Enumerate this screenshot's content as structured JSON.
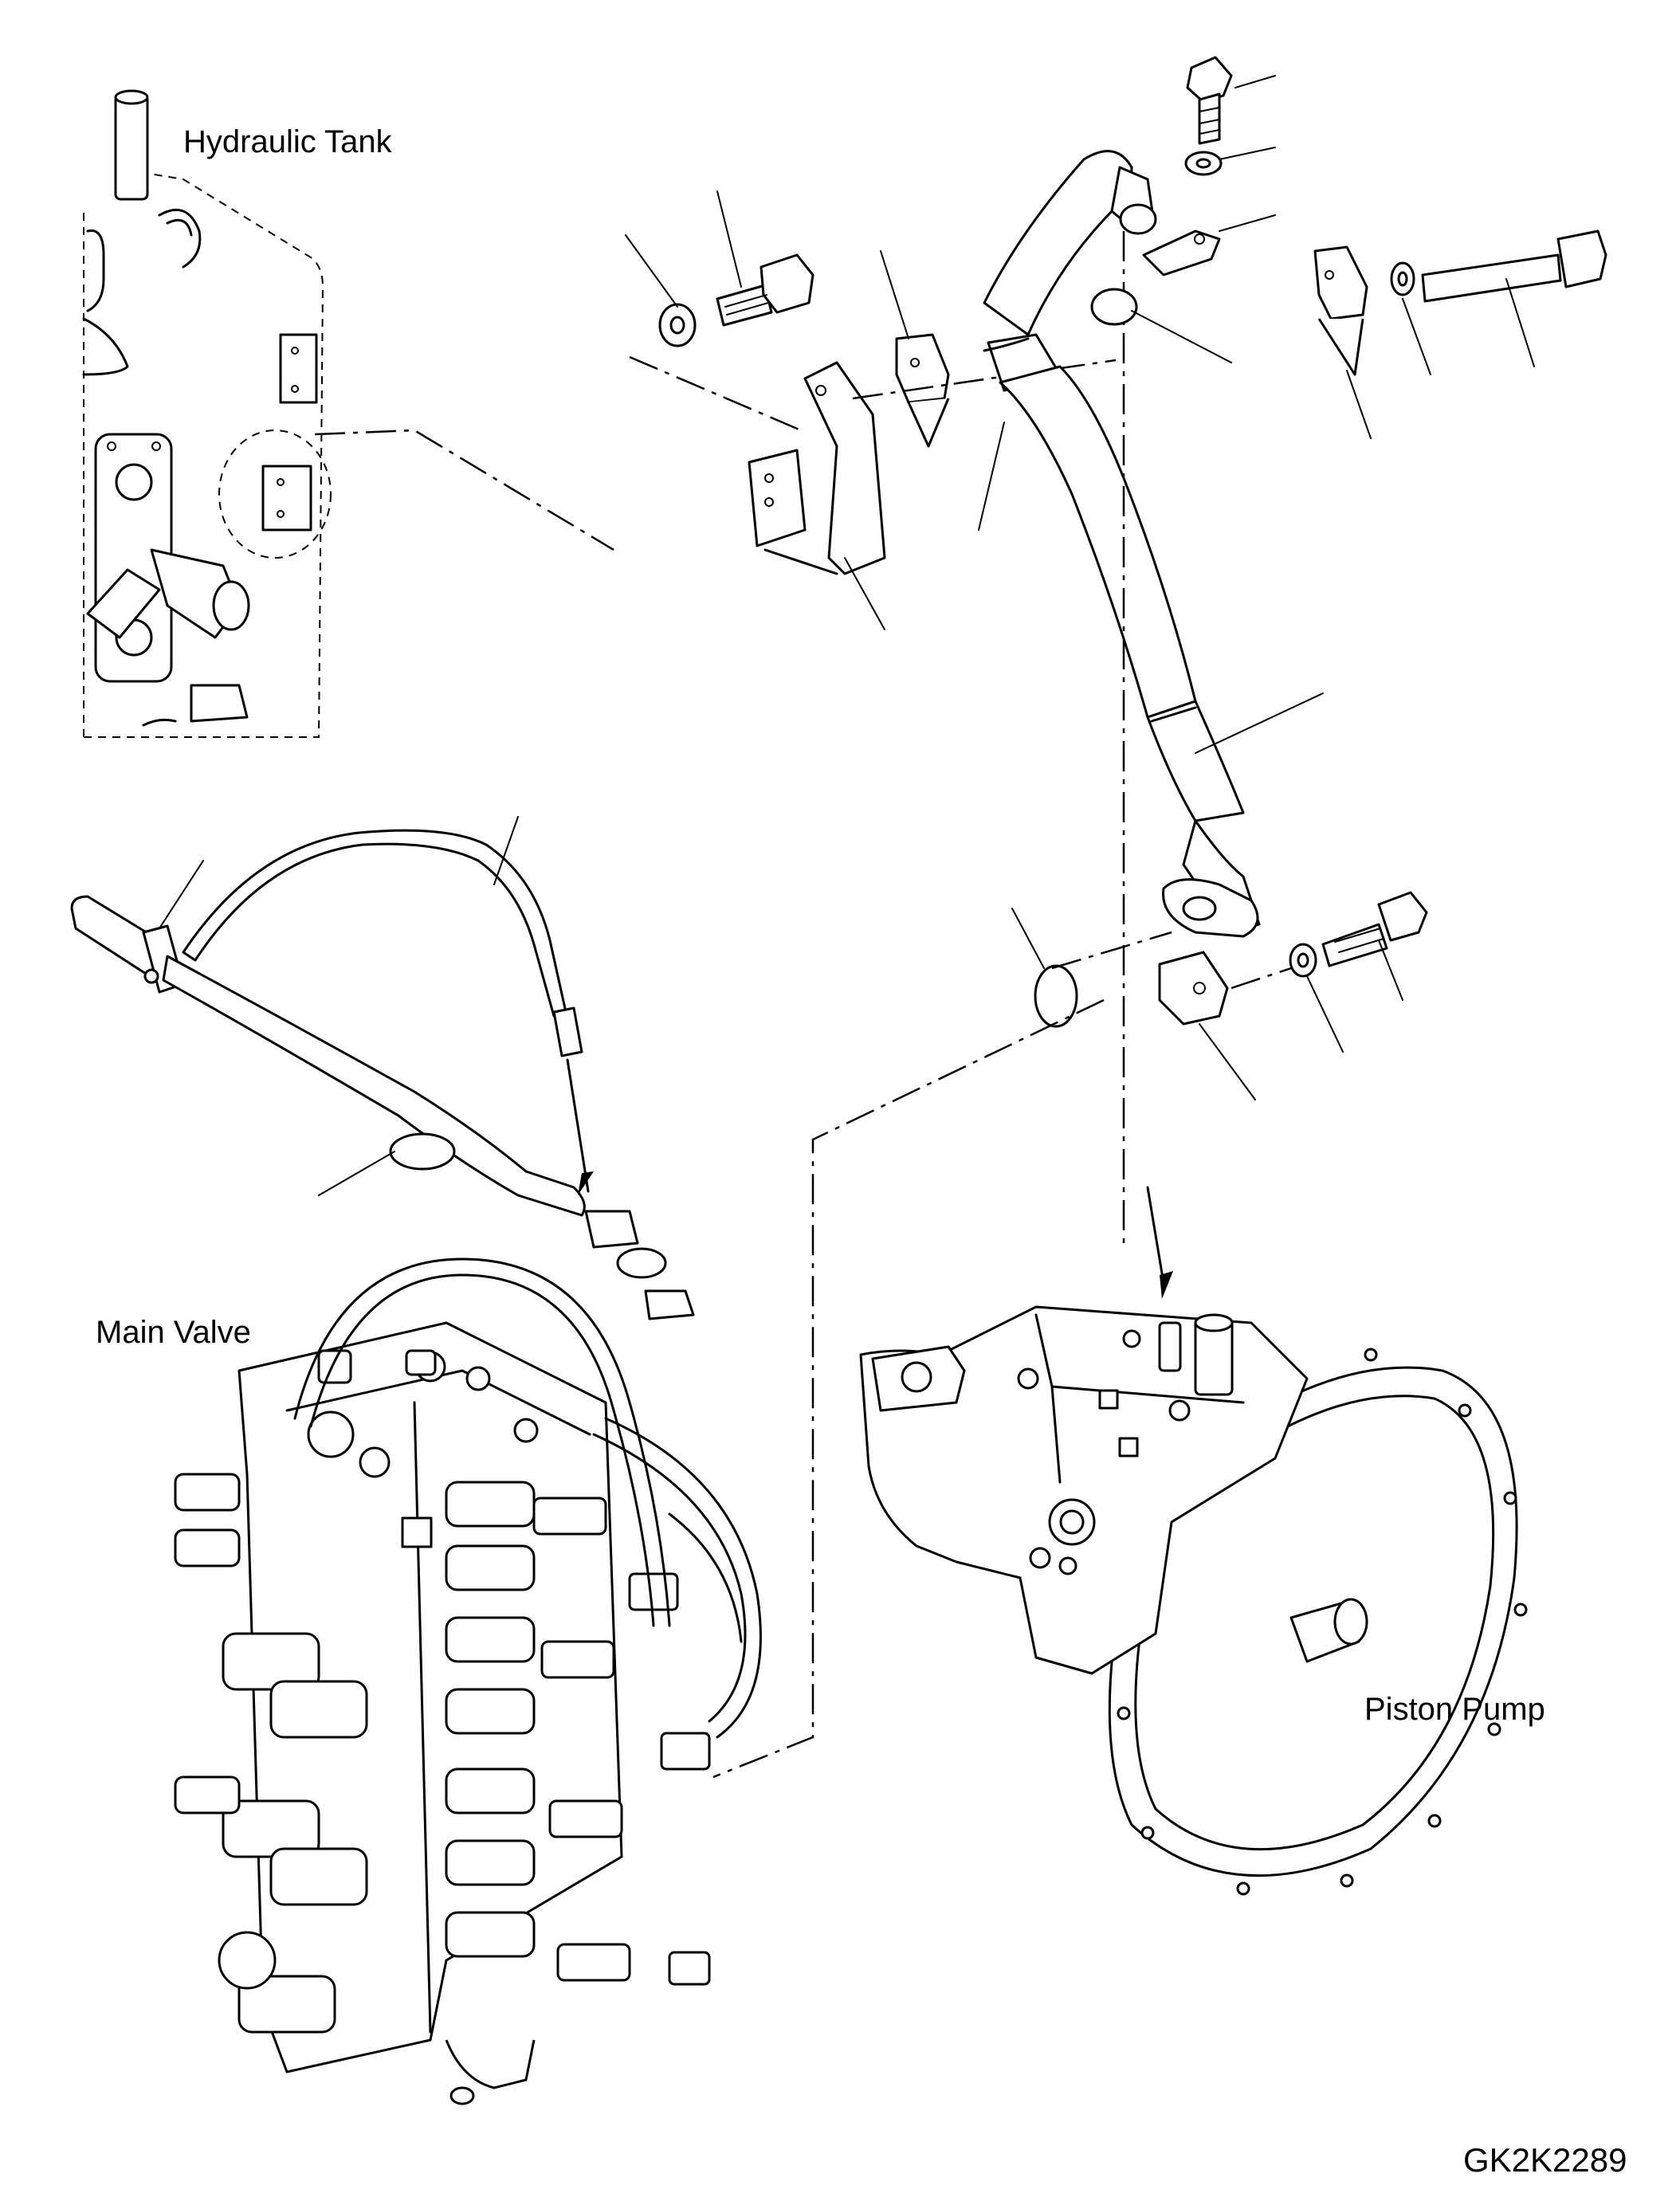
{
  "labels": {
    "hydraulic_tank": "Hydraulic Tank",
    "main_valve": "Main Valve",
    "piston_pump": "Piston Pump",
    "drawing_code": "GK2K2289"
  }
}
